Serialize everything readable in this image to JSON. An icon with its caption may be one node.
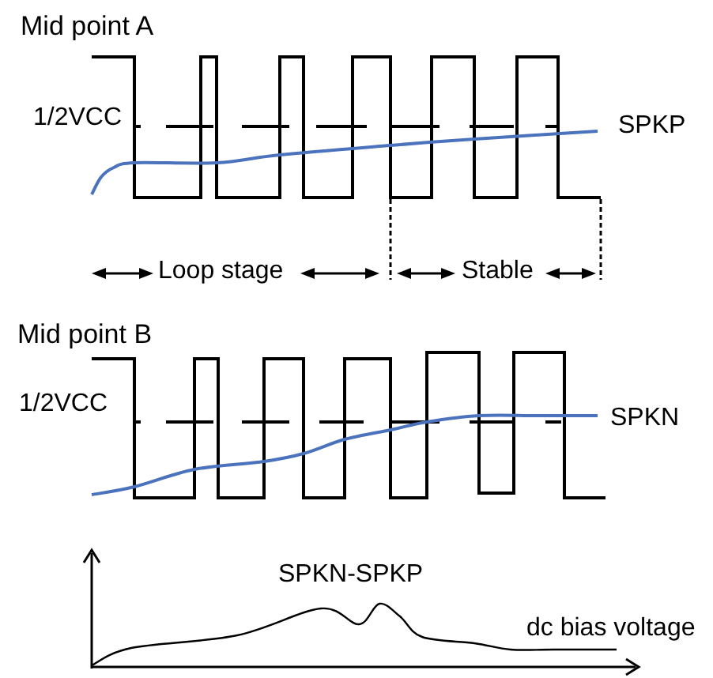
{
  "diagram": {
    "labels": [
      "Mid point A",
      "1/2VCC",
      "SPKP",
      "Loop stage",
      "Stable",
      "Mid point B",
      "1/2VCC",
      "SPKN",
      "SPKN-SPKP",
      "dc bias voltage"
    ]
  }
}
